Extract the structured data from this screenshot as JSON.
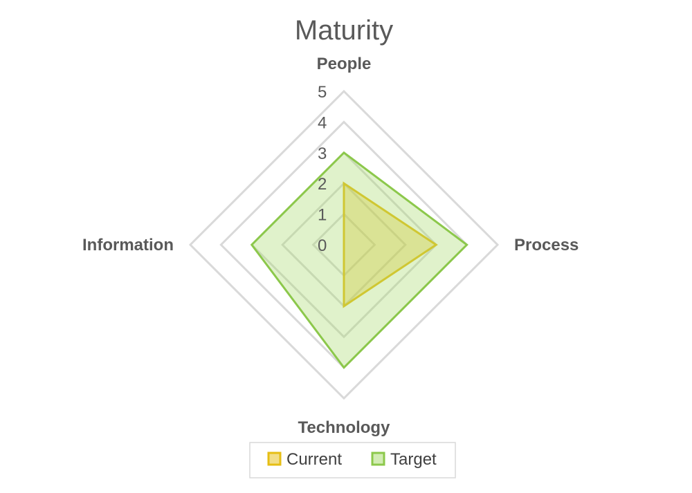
{
  "chart_data": {
    "type": "radar",
    "title": "Maturity",
    "categories": [
      "People",
      "Process",
      "Technology",
      "Information"
    ],
    "rlim": [
      0,
      5
    ],
    "ticks": [
      "0",
      "1",
      "2",
      "3",
      "4",
      "5"
    ],
    "tick_values": [
      0,
      1,
      2,
      3,
      4,
      5
    ],
    "grid": true,
    "legend_position": "bottom",
    "series": [
      {
        "name": "Current",
        "values": [
          2,
          3,
          2,
          0
        ],
        "stroke": "#e6be14",
        "fill": "#e6be14",
        "fill_opacity": 0.35
      },
      {
        "name": "Target",
        "values": [
          3,
          4,
          4,
          3
        ],
        "stroke": "#8cc84b",
        "fill": "#a6d96a",
        "fill_opacity": 0.35
      }
    ],
    "colors": {
      "grid": "#d9d9d9",
      "text": "#595959",
      "legend_border": "#d9d9d9"
    }
  }
}
